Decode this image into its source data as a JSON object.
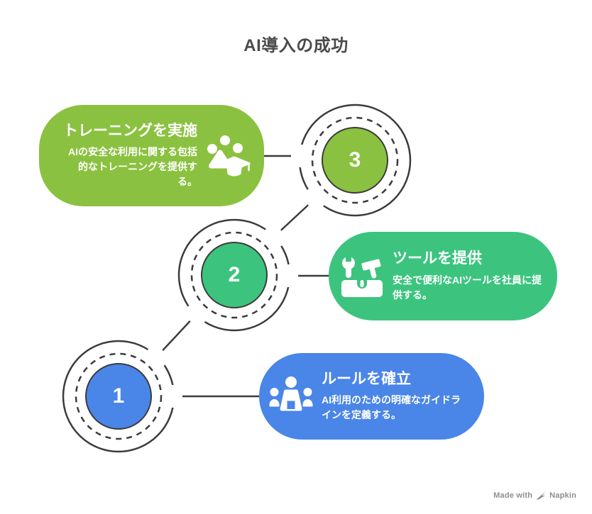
{
  "title": "AI導入の成功",
  "colors": {
    "line": "#3B3B3B",
    "title_text": "#4A4A4A",
    "watermark": "#8E8E8E",
    "card_text": "#FFFFFF"
  },
  "steps": [
    {
      "number": "1",
      "title": "ルールを確立",
      "description": "AI利用のための明確なガイドラインを定義する。",
      "color": "#4A85E8",
      "icon": "people-meeting-icon"
    },
    {
      "number": "2",
      "title": "ツールを提供",
      "description": "安全で便利なAIツールを社員に提供する。",
      "color": "#3CC47F",
      "icon": "toolbox-icon"
    },
    {
      "number": "3",
      "title": "トレーニングを実施",
      "description": "AIの安全な利用に関する包括的なトレーニングを提供する。",
      "color": "#8BC140",
      "icon": "training-graduation-icon"
    }
  ],
  "footer": {
    "made_with": "Made with",
    "brand": "Napkin"
  }
}
